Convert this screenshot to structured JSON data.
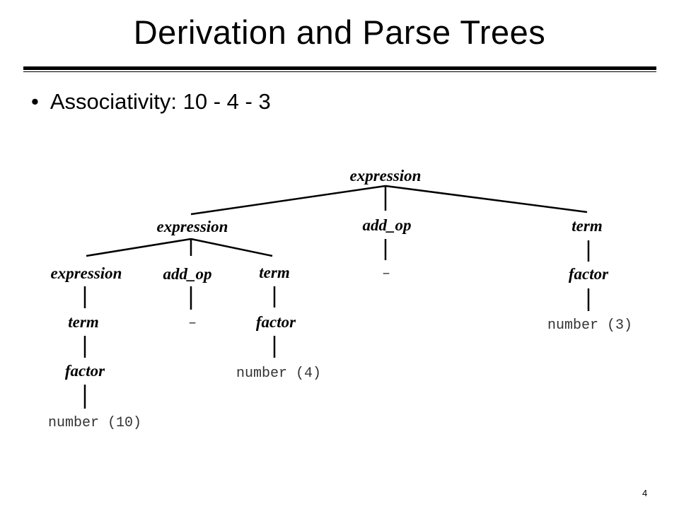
{
  "slide": {
    "title": "Derivation and Parse Trees",
    "bullet_marker": "•",
    "bullet_text": "Associativity:  10 - 4 - 3",
    "slide_number": "4"
  },
  "tree": {
    "root": "expression",
    "left_expression": "expression",
    "root_add_op": "add_op",
    "root_minus": "–",
    "root_term": "term",
    "root_factor": "factor",
    "number_3": "number (3)",
    "inner_expression": "expression",
    "inner_add_op": "add_op",
    "inner_minus": "–",
    "inner_term": "term",
    "inner_factor": "factor",
    "number_4": "number (4)",
    "leaf_term": "term",
    "leaf_factor": "factor",
    "number_10": "number (10)"
  }
}
